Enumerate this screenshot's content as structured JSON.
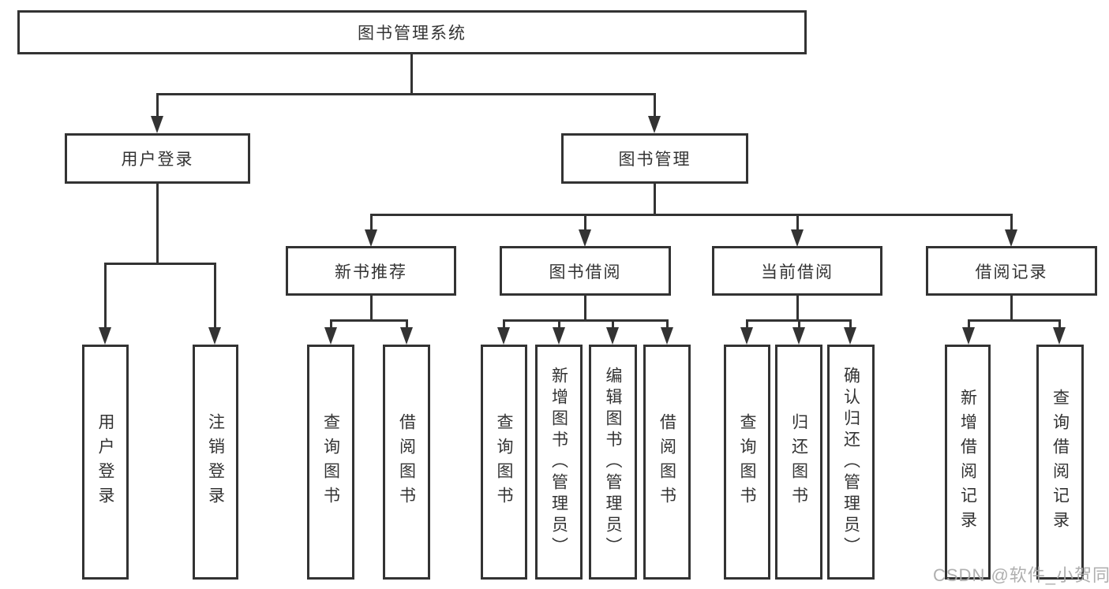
{
  "colors": {
    "line": "#333333",
    "text": "#333333",
    "background": "#ffffff",
    "watermark": "#a8a8a8"
  },
  "nodes": {
    "root": "图书管理系统",
    "user_login": "用户登录",
    "book_mgmt": "图书管理",
    "new_book_rec": "新书推荐",
    "book_borrow": "图书借阅",
    "current_borrow": "当前借阅",
    "borrow_records": "借阅记录",
    "leaves": {
      "user_login": "用户登录",
      "logout": "注销登录",
      "rec_query_books": "查询图书",
      "rec_borrow_books": "借阅图书",
      "bor_query_books": "查询图书",
      "bor_add_books": "新增图书（管理员）",
      "bor_edit_books": "编辑图书（管理员）",
      "bor_borrow_books": "借阅图书",
      "cur_query_books": "查询图书",
      "cur_return_books": "归还图书",
      "cur_confirm_return": "确认归还（管理员）",
      "brec_add_record": "新增借阅记录",
      "brec_query_record": "查询借阅记录"
    }
  },
  "watermark": "CSDN @软件_小贺同学"
}
